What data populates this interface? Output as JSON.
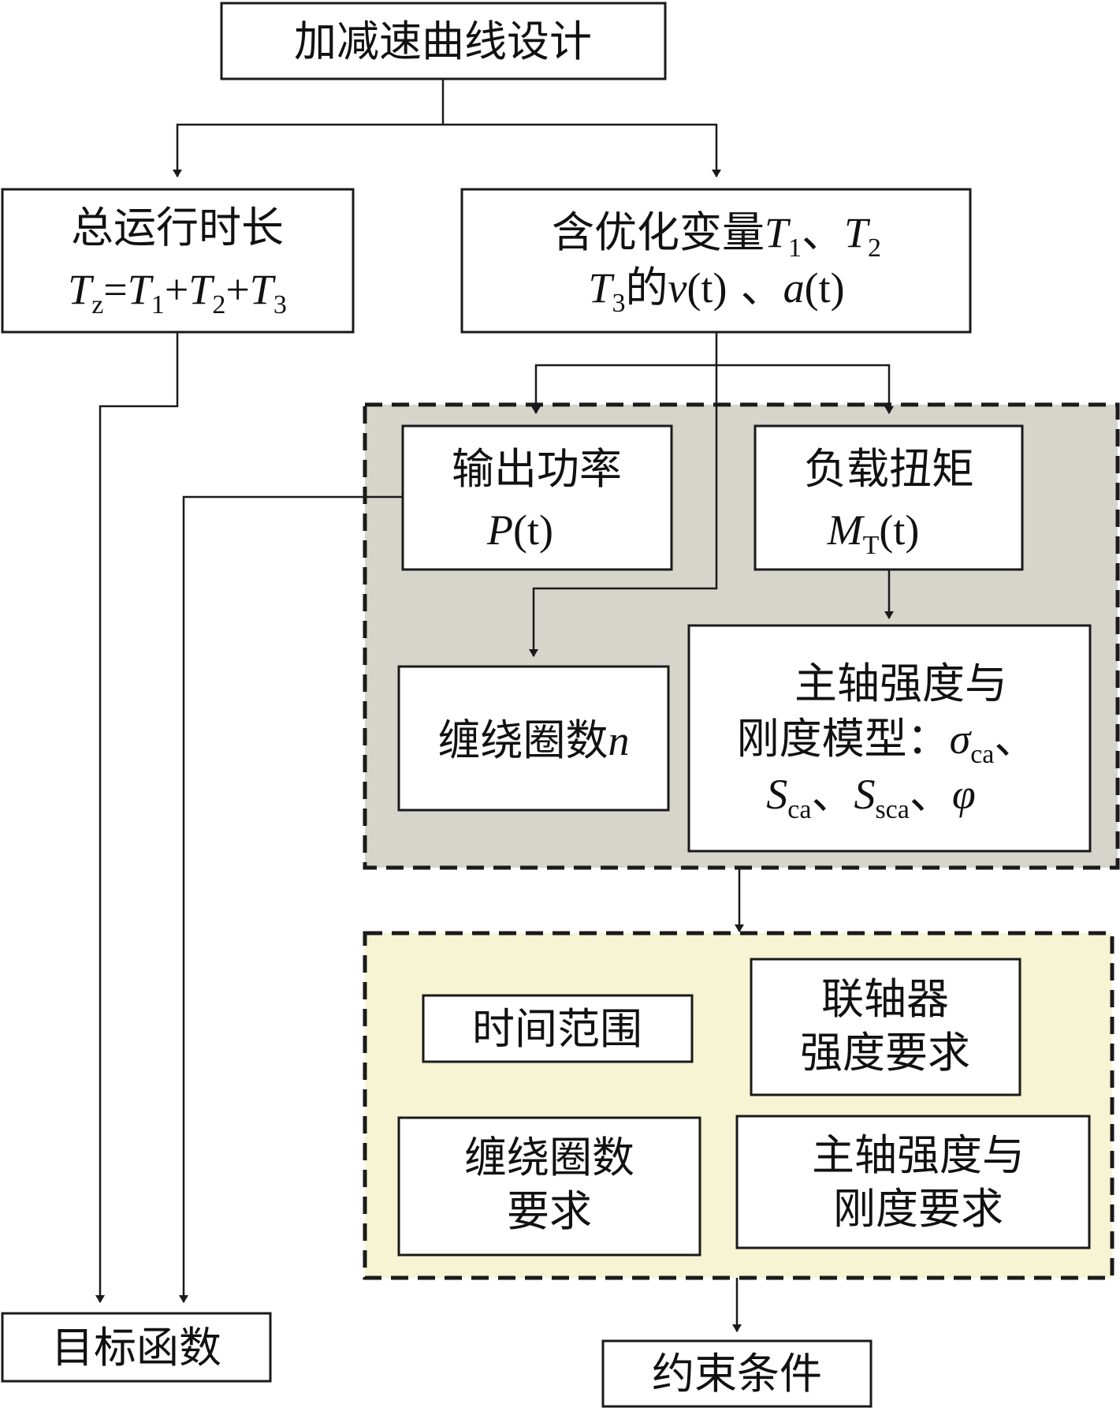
{
  "colors": {
    "grey_panel": "#d6d5cb",
    "yellow_panel": "#f6f4d2",
    "line": "#1a1a1a",
    "box_fill": "#ffffff"
  },
  "nodes": {
    "design": {
      "text": "加减速曲线设计"
    },
    "total_time": {
      "title": "总运行时长",
      "formula": {
        "T": "T",
        "z": "z",
        "eq": "=",
        "T1": "T",
        "s1": "1",
        "plus1": "+",
        "T2": "T",
        "s2": "2",
        "plus2": "+",
        "T3": "T",
        "s3": "3"
      }
    },
    "variables": {
      "line1": "含优化变量",
      "T1": "T",
      "s1": "1",
      "sep1": "、",
      "T2": "T",
      "s2": "2",
      "T3": "T",
      "s3": "3",
      "of": "的",
      "v": "v",
      "vt": "(t)",
      "sep2": " 、",
      "a": "a",
      "at": "(t)"
    },
    "power": {
      "title": "输出功率",
      "P": "P",
      "arg": "(t)"
    },
    "torque": {
      "title": "负载扭矩",
      "M": "M",
      "sub": "T",
      "arg": "(t)"
    },
    "turns": {
      "text": "缠绕圈数",
      "n": "n"
    },
    "spindle_model": {
      "line1": "主轴强度与",
      "line2": "刚度模型：",
      "sigma": "σ",
      "sigma_sub": "ca",
      "sep1": "、",
      "S1": "S",
      "S1_sub": "ca",
      "sep2": "、",
      "S2": "S",
      "S2_sub": "sca",
      "sep3": "、",
      "phi": "φ"
    },
    "time_range": {
      "text": "时间范围"
    },
    "coupling": {
      "line1": "联轴器",
      "line2": "强度要求"
    },
    "turns_req": {
      "line1": "缠绕圈数",
      "line2": "要求"
    },
    "spindle_req": {
      "line1": "主轴强度与",
      "line2": "刚度要求"
    },
    "objective": {
      "text": "目标函数"
    },
    "constraints": {
      "text": "约束条件"
    }
  }
}
